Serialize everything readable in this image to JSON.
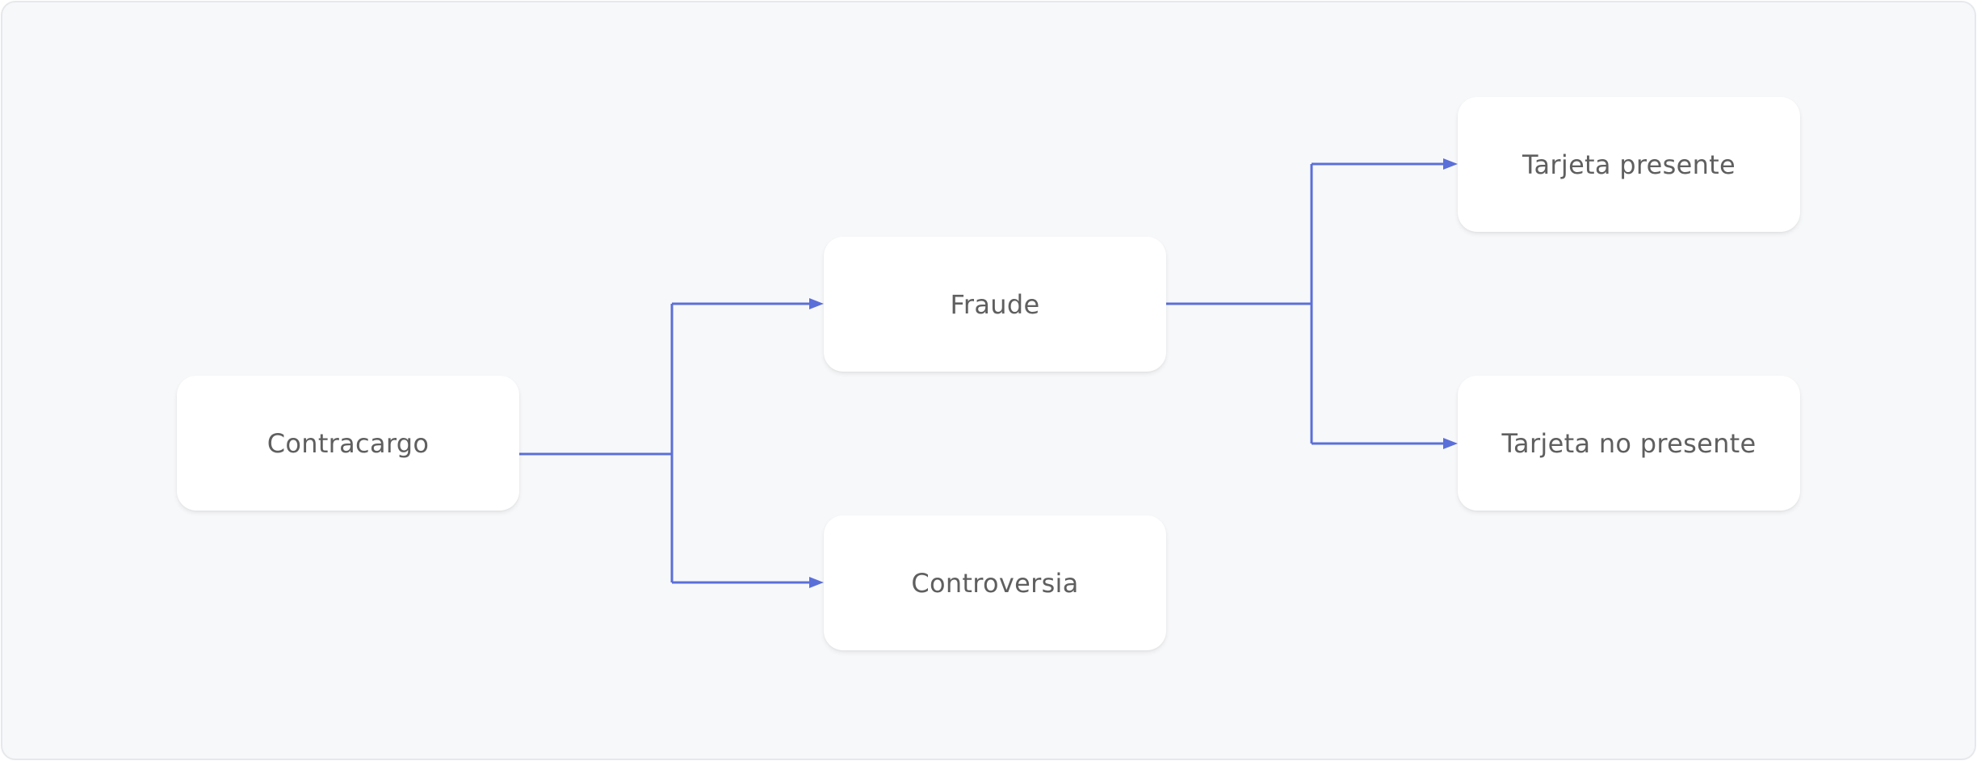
{
  "diagram": {
    "accent_color": "#5b6fd9",
    "background_color": "#f7f8fa",
    "node_text_color": "#5f5f5f",
    "nodes": [
      {
        "id": "contracargo",
        "label": "Contracargo"
      },
      {
        "id": "fraude",
        "label": "Fraude"
      },
      {
        "id": "controversia",
        "label": "Controversia"
      },
      {
        "id": "tarjeta_presente",
        "label": "Tarjeta presente"
      },
      {
        "id": "tarjeta_no_presente",
        "label": "Tarjeta no presente"
      }
    ],
    "edges": [
      {
        "from": "contracargo",
        "to": "fraude"
      },
      {
        "from": "contracargo",
        "to": "controversia"
      },
      {
        "from": "fraude",
        "to": "tarjeta_presente"
      },
      {
        "from": "fraude",
        "to": "tarjeta_no_presente"
      }
    ]
  }
}
